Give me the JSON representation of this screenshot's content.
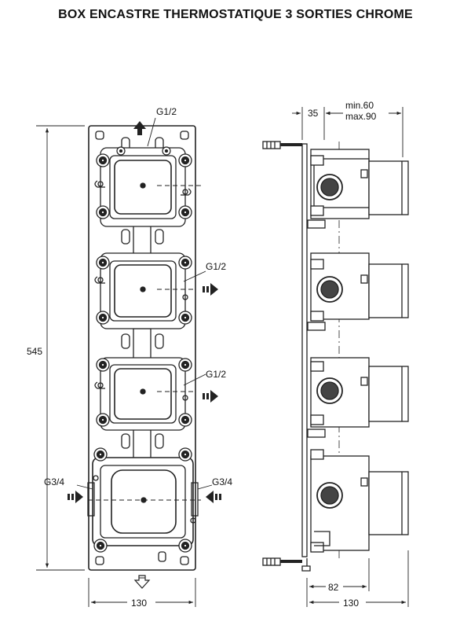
{
  "title": "BOX ENCASTRE THERMOSTATIQUE 3 SORTIES CHROME",
  "front": {
    "outlet_top": "G1/2",
    "outlet_mid": "G1/2",
    "outlet_low": "G1/2",
    "inlet_left": "G3/4",
    "inlet_right": "G3/4",
    "height": "545",
    "width": "130"
  },
  "side": {
    "depth_a": "35",
    "min": "min.60",
    "max": "max.90",
    "depth_b": "82",
    "width": "130"
  }
}
